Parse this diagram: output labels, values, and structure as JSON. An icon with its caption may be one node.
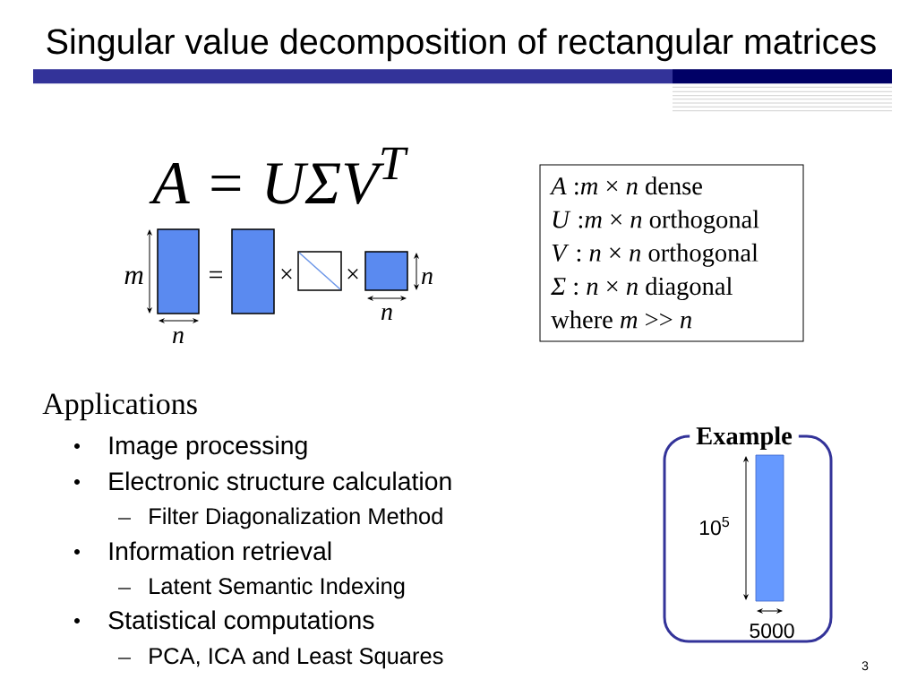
{
  "diagram": {
    "title": "Singular value decomposition of rectangular matrices",
    "nodes": [
      {
        "text": [
          "*A* :*m* × *n* dense",
          "*U* :*m* × *n* orthogonal",
          "*V* : *n* × *n* orthogonal",
          "*Σ* : *n* × *n* diagonal",
          "where *m* >> *n*"
        ]
      },
      {
        "text": [],
        "shape": "box"
      },
      {
        "text": [],
        "shape": "box"
      },
      {
        "text": [],
        "shape": "box"
      },
      {
        "text": [],
        "shape": "box"
      },
      {
        "text": [
          "Example"
        ]
      },
      {
        "text": [],
        "shape": "bar",
        "in": 5
      }
    ],
    "labels": [
      "A = UΣV$^{T}$",
      "m",
      "=",
      "×",
      "×",
      "n",
      "n",
      "n",
      "Applications",
      "Image processing",
      "Electronic structure calculation",
      "Filter Diagonalization Method",
      "Information retrieval",
      "Latent Semantic Indexing",
      "Statistical computations",
      "PCA, ICA and Least Squares",
      "10$^{5}$",
      "5000",
      "3"
    ]
  }
}
